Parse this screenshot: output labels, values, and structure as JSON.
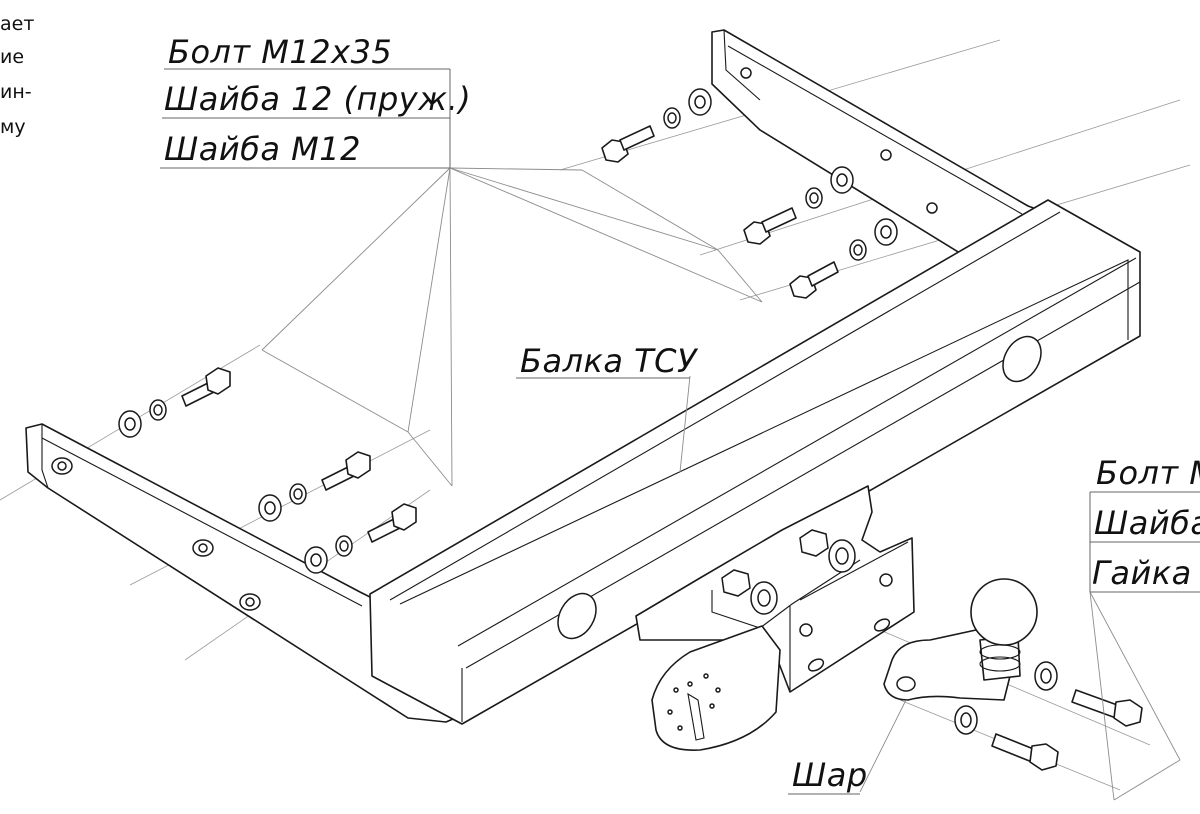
{
  "side_text": [
    "ает",
    "ие",
    "ин-",
    "му"
  ],
  "labels": {
    "bolt_m12x35": "Болт М12х35",
    "washer_12_spring": "Шайба 12 (пруж.)",
    "washer_m12": "Шайба М12",
    "beam": "Балка ТСУ",
    "bolt_right": "Болт М",
    "washer_right": "Шайба",
    "nut_right": "Гайка",
    "ball": "Шар"
  },
  "colors": {
    "line": "#1a1a1a",
    "leader": "#8c8c8c",
    "background": "#ffffff"
  }
}
